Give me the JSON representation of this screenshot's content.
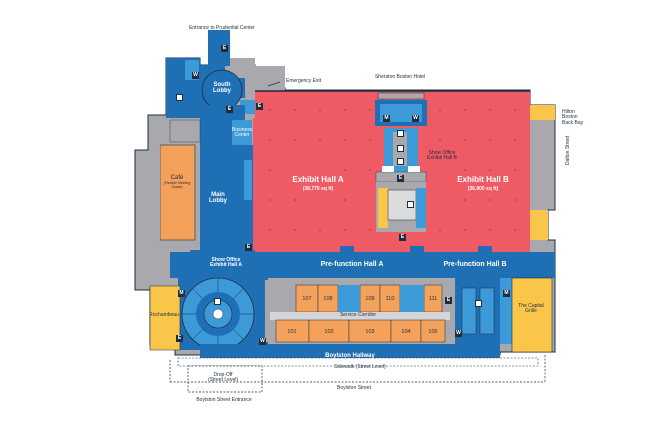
{
  "labels": {
    "entrance_prudential": "Entrance to Prudential Center",
    "sheraton": "Sheraton Boston Hotel",
    "hilton": "Hilton Boston Back Bay",
    "dalton": "Dalton Street",
    "emergency_exit": "Emergency Exit",
    "south_lobby": "South Lobby",
    "business_center": "Business Center",
    "main_lobby": "Main Lobby",
    "cafe": "Café",
    "cafe_sub": "(Flexible Meeting Space)",
    "exhibit_a": "Exhibit Hall A",
    "exhibit_a_size": "(38,770 sq ft)",
    "exhibit_b": "Exhibit Hall B",
    "exhibit_b_size": "(36,900 sq ft)",
    "show_office_b": "Show Office Exhibit Hall B",
    "show_office_a": "Show Office Exhibit Hall A",
    "prefunction_a": "Pre-function Hall A",
    "prefunction_b": "Pre-function Hall B",
    "service_corridor": "Service Corridor",
    "rochambeau": "Rochambeau",
    "capital_grille": "The Capital Grille",
    "boylston_hallway": "Boylston Hallway",
    "sidewalk": "Sidewalk (Street Level)",
    "dropoff": "Drop-Off (Street Level)",
    "boylston_entrance": "Boylston Street Entrance",
    "boylston_street": "Boylston Street"
  },
  "rooms_top": [
    "107",
    "108",
    "109",
    "110",
    "111"
  ],
  "rooms_bottom": [
    "101",
    "102",
    "103",
    "104",
    "105"
  ],
  "icons": {
    "elevator": "E",
    "restroom_women": "W",
    "restroom_men": "M"
  },
  "colors": {
    "exhibit": "#ef5b65",
    "circulation": "#1f6fb5",
    "light_blue": "#3d9ad8",
    "meeting": "#f4a25b",
    "restaurant": "#f9c64a",
    "service": "#a9a9ad",
    "outline": "#1f2d3d"
  }
}
